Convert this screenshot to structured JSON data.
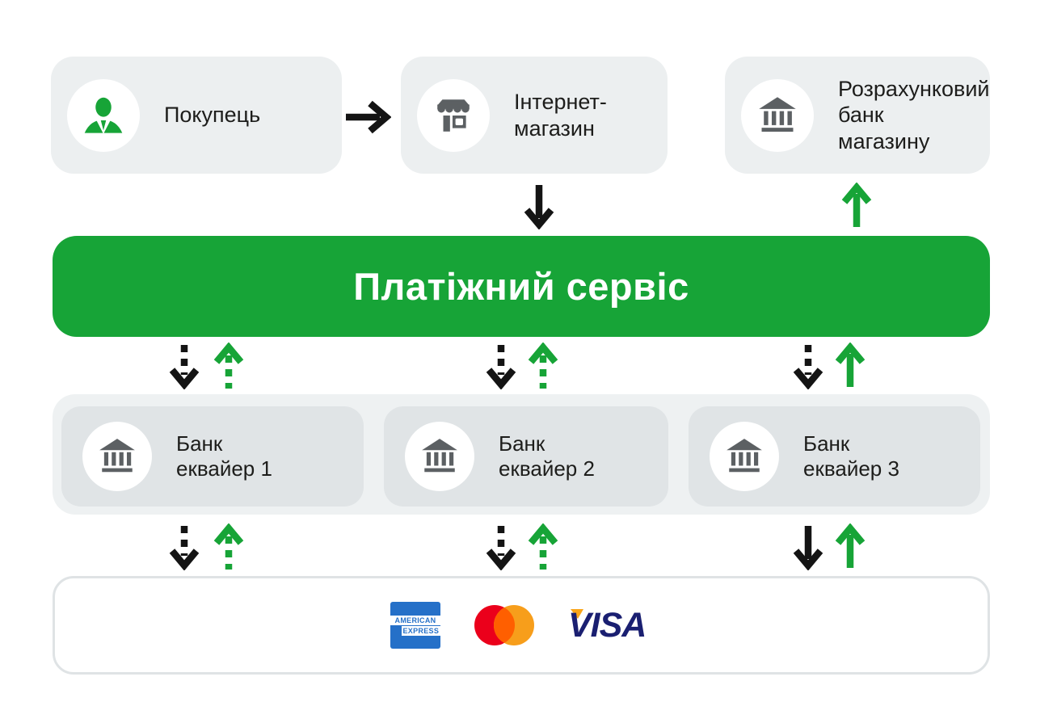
{
  "palette": {
    "green": "#17A437",
    "card_gray": "#ECEFF0",
    "section_gray": "#EEF1F2",
    "bank_card_gray": "#E0E4E6",
    "icon_gray": "#5C6063",
    "arrow_black": "#141414",
    "amex_blue": "#2570C8",
    "mastercard_red": "#EB001B",
    "mastercard_orange": "#F79E1B",
    "mastercard_overlap": "#FF5F00",
    "visa_blue": "#1A1F71",
    "visa_flame": "#F9A51A"
  },
  "nodes": {
    "buyer": {
      "icon": "person-icon",
      "lines": [
        "Покупець"
      ]
    },
    "online_store": {
      "icon": "storefront-icon",
      "lines": [
        "Інтернет-",
        "магазин"
      ]
    },
    "settlement_bank": {
      "icon": "bank-icon",
      "lines": [
        "Розрахунковий",
        "банк",
        "магазину"
      ]
    },
    "payment_service": {
      "label": "Платіжний сервіс"
    },
    "acquirer_banks": [
      {
        "icon": "bank-icon",
        "lines": [
          "Банк",
          "еквайер 1"
        ]
      },
      {
        "icon": "bank-icon",
        "lines": [
          "Банк",
          "еквайер 2"
        ]
      },
      {
        "icon": "bank-icon",
        "lines": [
          "Банк",
          "еквайер 3"
        ]
      }
    ],
    "card_brands": {
      "amex": {
        "name": "American Express",
        "line1": "AMERICAN",
        "line2": "EXPRESS"
      },
      "mastercard": {
        "name": "Mastercard"
      },
      "visa": {
        "name": "Visa",
        "label": "VISA"
      }
    }
  }
}
